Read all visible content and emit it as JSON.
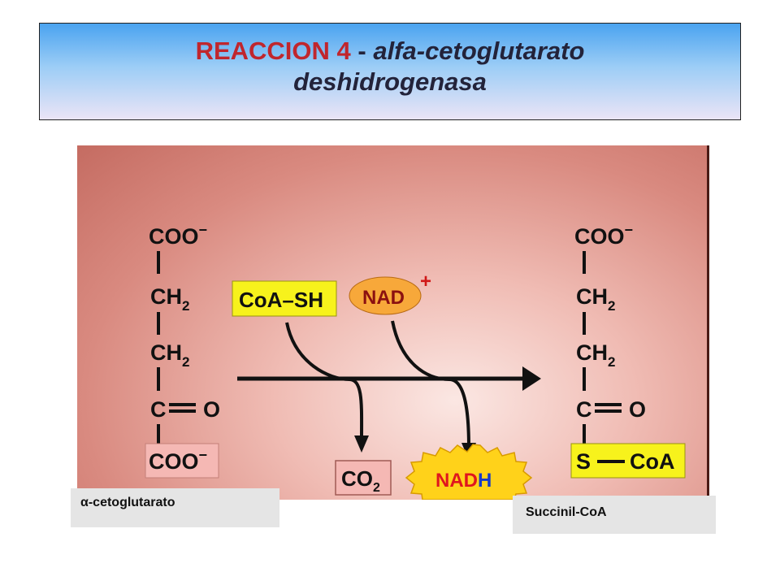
{
  "title": {
    "red_part": "REACCION 4",
    "separator": " - ",
    "italic_part": "alfa-cetoglutarato",
    "line2": "deshidrogenasa"
  },
  "substrate": {
    "coo1": "COO",
    "ch2_a": "CH",
    "ch2_b": "CH",
    "c": "C",
    "o": "O",
    "coo2": "COO"
  },
  "product": {
    "coo": "COO",
    "ch2_a": "CH",
    "ch2_b": "CH",
    "c": "C",
    "o": "O",
    "s": "S",
    "coa": "CoA"
  },
  "reagents": {
    "coash": "CoA–SH",
    "nad": "NAD",
    "nad_charge": "+",
    "co2": "CO",
    "nadh_nad": "NAD",
    "nadh_h": "H"
  },
  "labels": {
    "substrate_name": "α-cetoglutarato",
    "product_name": "Succinil-CoA"
  },
  "colors": {
    "title_red": "#c0262d",
    "highlight_yellow": "#f7f21c",
    "highlight_pink": "#f5b8b4",
    "nad_orange": "#f7a83a",
    "nadh_yellow": "#ffd21a",
    "nadh_red": "#e0161e",
    "nadh_blue": "#1739c9"
  }
}
